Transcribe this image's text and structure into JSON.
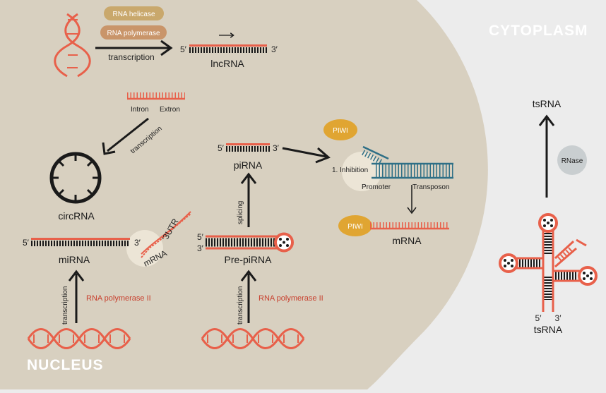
{
  "regions": {
    "cytoplasm": "CYTOPLASM",
    "nucleus": "NUCLEUS"
  },
  "lncrna": {
    "helicase": "RNA helicase",
    "polymerase": "RNA polymerase",
    "transcription": "transcription",
    "five": "5′",
    "three": "3′",
    "name": "lncRNA"
  },
  "circrna": {
    "intron": "Intron",
    "extron": "Extron",
    "transcription": "transcription",
    "name": "circRNA"
  },
  "mirna": {
    "five": "5′",
    "three": "3′",
    "name": "miRNA",
    "mrna": "mRNA",
    "utr": "'3UTR",
    "transcription": "transcription",
    "polymerase": "RNA polymerase II"
  },
  "pirna": {
    "five": "5′",
    "three": "3′",
    "name": "piRNA",
    "splicing": "splicing",
    "pre_five": "5′",
    "pre_three": "3′",
    "pre_name": "Pre-piRNA",
    "transcription": "transcription",
    "polymerase": "RNA polymerase II"
  },
  "piwi_pathway": {
    "piwi_top": "PIWI",
    "inhibition": "1. Inhibition",
    "promoter": "Promoter",
    "transposon": "Transposon",
    "piwi_bottom": "PIWI",
    "mrna": "mRNA"
  },
  "tsrna": {
    "top_name": "tsRNA",
    "rnase": "RNase",
    "five": "5′",
    "three": "3′",
    "bottom_name": "tsRNA"
  },
  "colors": {
    "background": "#ececec",
    "nucleus": "#d8d0c0",
    "rna_red": "#e8604a",
    "ladder": "#1a1a1a",
    "piwi": "#e0a532",
    "helicase_pill": "#c9a86c",
    "teal": "#2e6f86",
    "rnase": "#c9ced0"
  }
}
